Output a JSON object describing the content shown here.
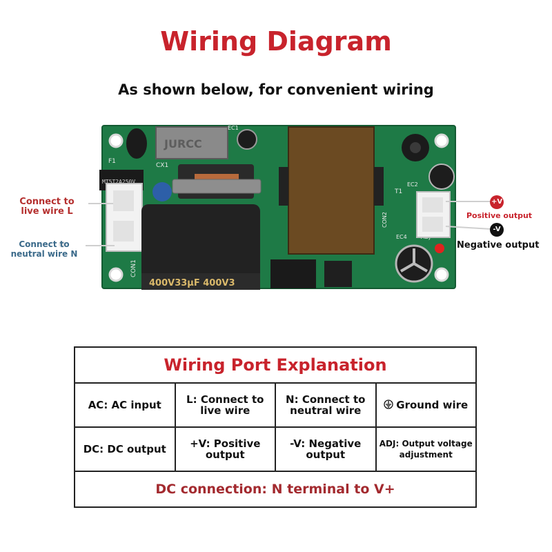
{
  "title": "Wiring Diagram",
  "subtitle": "As shown below, for convenient wiring",
  "board": {
    "capacitor_text": "400V33µF 400V3",
    "filter_text": "JURCC",
    "fuse_text": "MT5T2A250V",
    "silk": {
      "f1": "F1",
      "cx1": "CX1",
      "con1": "CON1",
      "t1": "T1",
      "con2": "CON2",
      "ec2": "EC2",
      "ec4": "EC4",
      "adj": "ADJ",
      "ec1": "EC1"
    },
    "pcb_color": "#1e7a46",
    "label_color": "#b5302f"
  },
  "labels": {
    "live": [
      "Connect to",
      "live wire L"
    ],
    "neutral": [
      "Connect to",
      "neutral wire N"
    ],
    "positive_badge": "+V",
    "positive": "Positive output",
    "negative_badge": "-V",
    "negative": "Negative output"
  },
  "table": {
    "header": "Wiring Port Explanation",
    "rows": [
      [
        {
          "text": "AC: AC input"
        },
        {
          "text": "L: Connect to live wire"
        },
        {
          "text": "N: Connect to neutral wire"
        },
        {
          "text": "Ground wire",
          "icon": "ground-icon"
        }
      ],
      [
        {
          "text": "DC: DC output"
        },
        {
          "text": "+V: Positive output"
        },
        {
          "text": "-V: Negative output"
        },
        {
          "text": "ADJ: Output voltage adjustment"
        }
      ]
    ],
    "footer": "DC connection: N terminal to V+"
  }
}
